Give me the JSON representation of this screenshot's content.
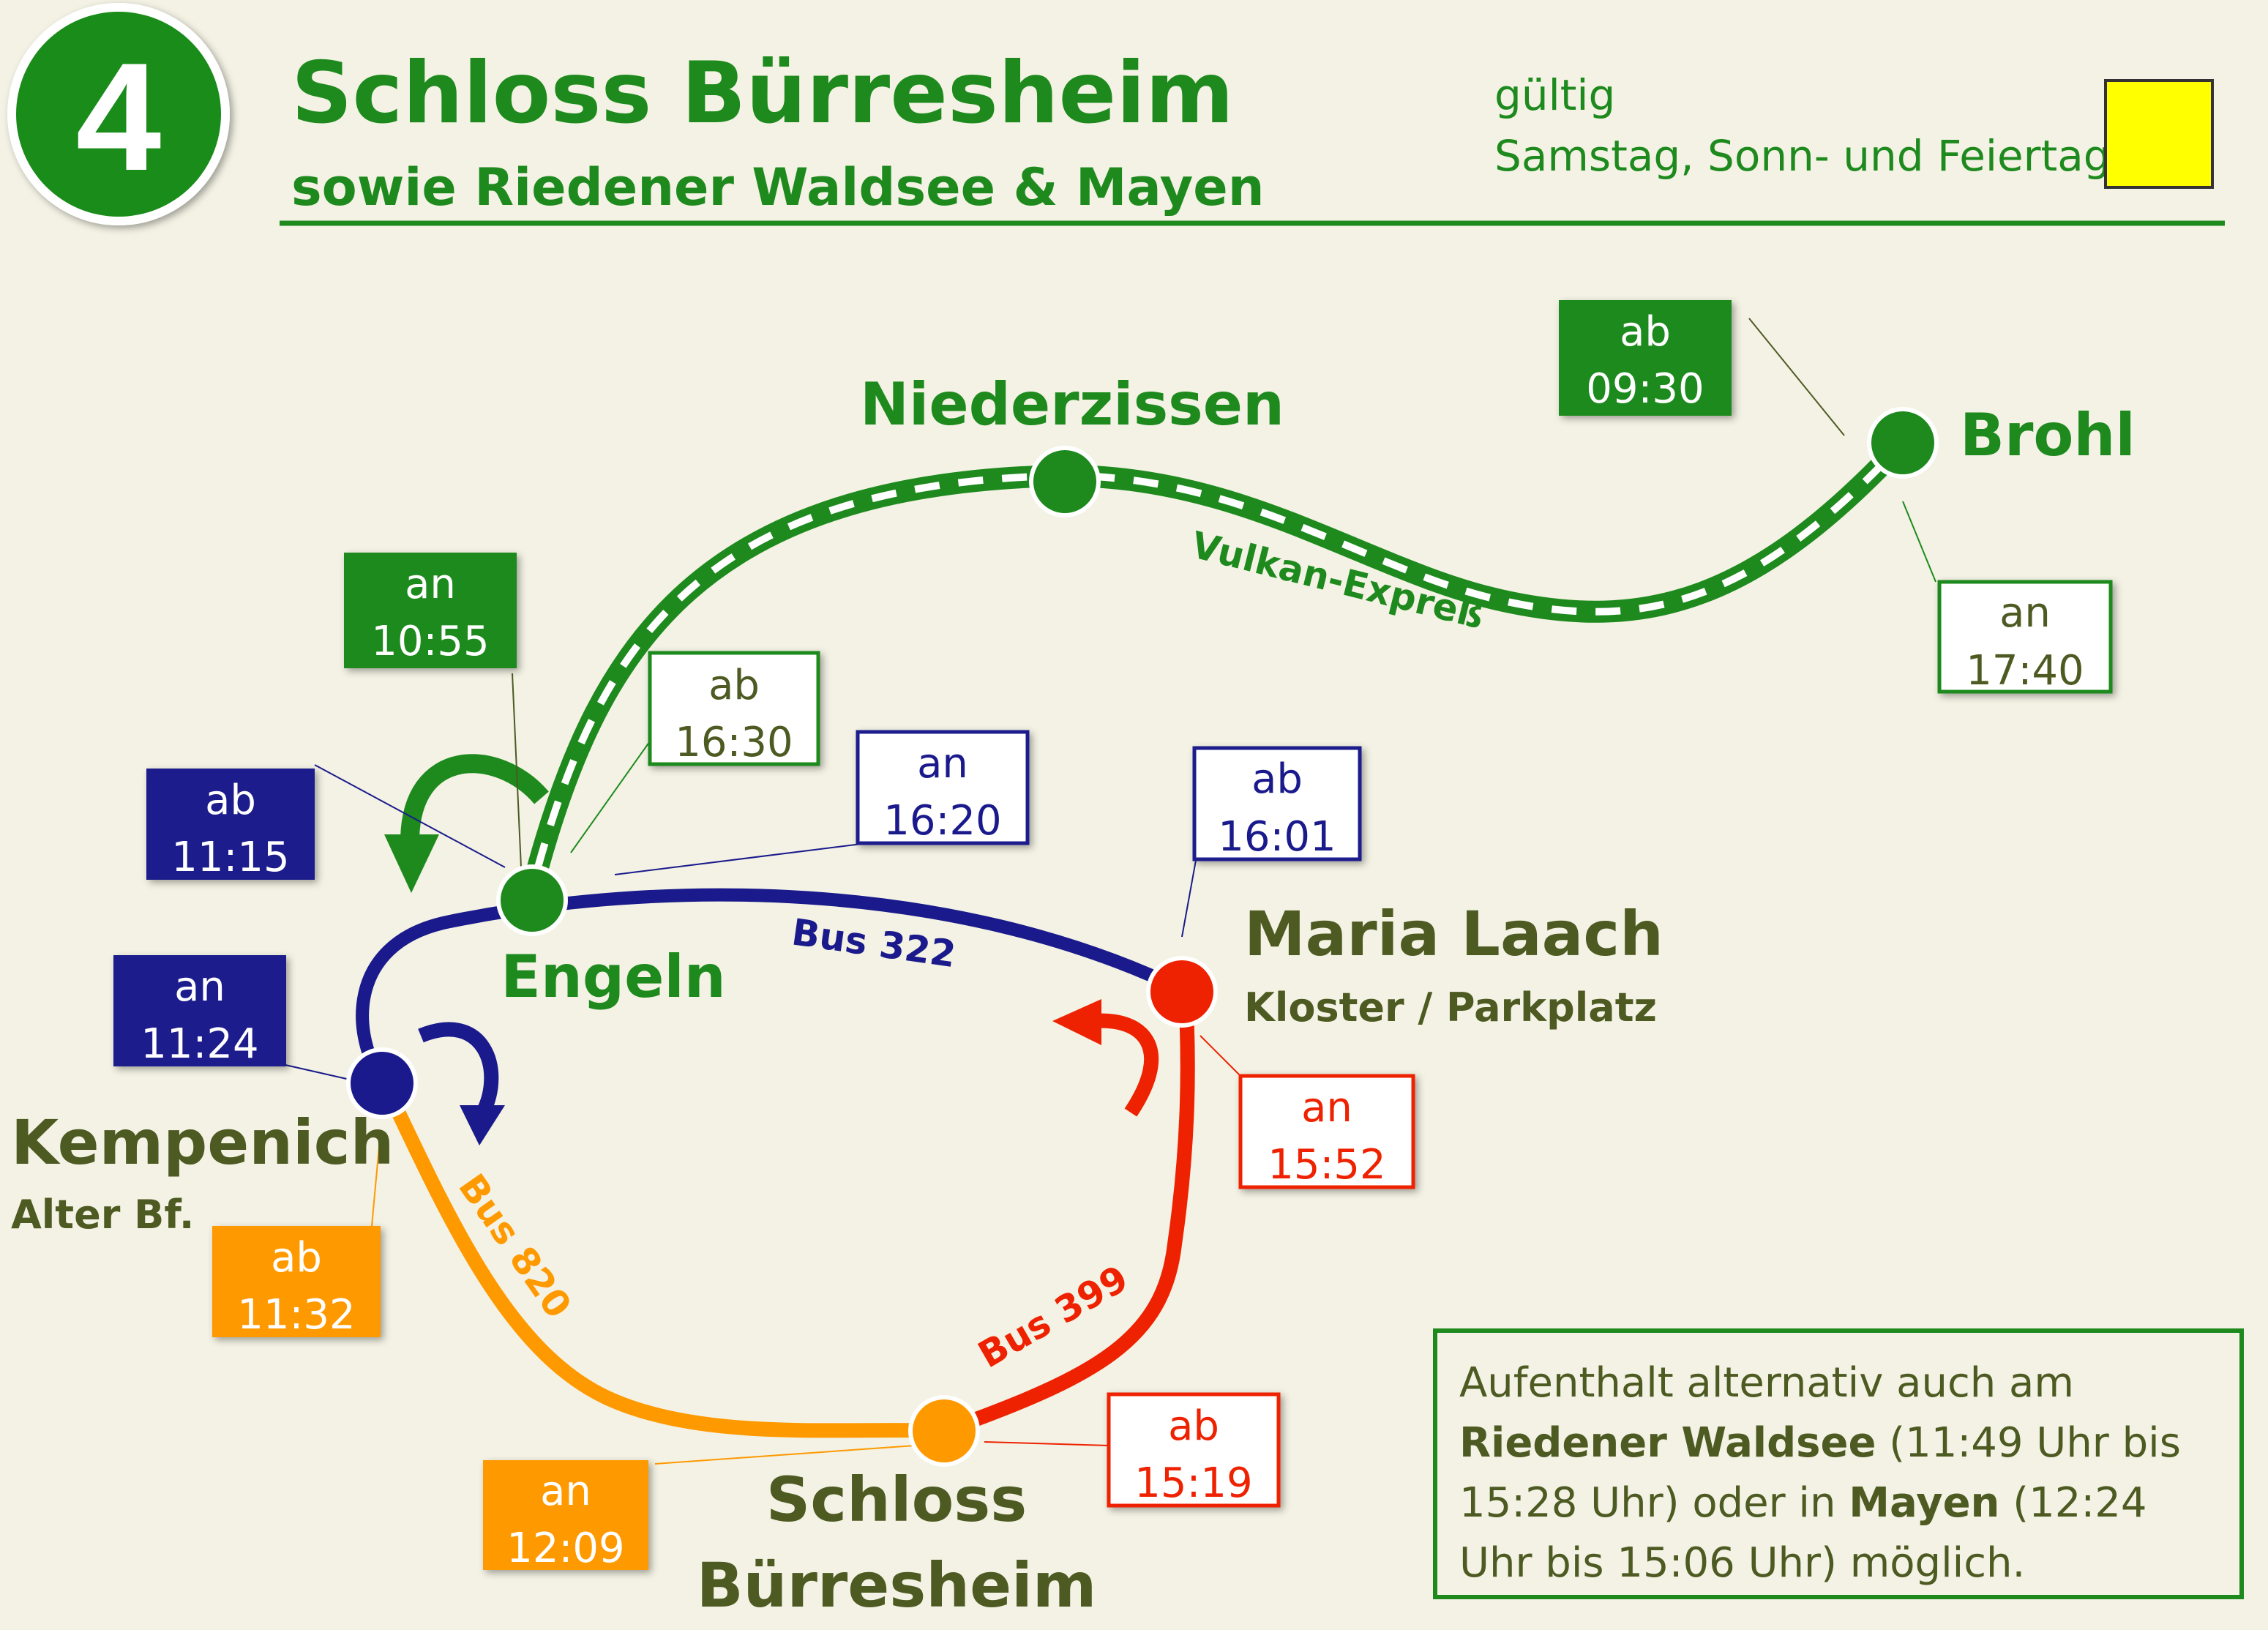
{
  "header": {
    "line_number": "4",
    "title": "Schloss Bürresheim",
    "subtitle": "sowie Riedener Waldsee & Mayen",
    "validity_label": "gültig",
    "validity_days": "Samstag, Sonn- und Feiertag",
    "colors": {
      "badge": "#1a8c1a",
      "title": "#1e8a1e",
      "validity_swatch": "#ffff00"
    }
  },
  "stations": {
    "niederzissen": {
      "name": "Niederzissen"
    },
    "brohl": {
      "name": "Brohl"
    },
    "engeln": {
      "name": "Engeln"
    },
    "maria_laach": {
      "name": "Maria Laach",
      "sub": "Kloster / Parkplatz"
    },
    "kempenich": {
      "name": "Kempenich",
      "sub": "Alter Bf."
    },
    "schloss_buerresheim": {
      "name_line1": "Schloss",
      "name_line2": "Bürresheim"
    }
  },
  "routes": {
    "vulkan_express": {
      "label": "Vulkan-Expreß",
      "color": "#1e8a1e"
    },
    "bus_322": {
      "label": "Bus 322",
      "color": "#1a1a8c"
    },
    "bus_820": {
      "label": "Bus 820",
      "color": "#ff9900"
    },
    "bus_399": {
      "label": "Bus 399",
      "color": "#ee2200"
    }
  },
  "times": {
    "brohl_ab": {
      "kind": "ab",
      "time": "09:30"
    },
    "brohl_an": {
      "kind": "an",
      "time": "17:40"
    },
    "engeln_an": {
      "kind": "an",
      "time": "10:55"
    },
    "engeln_ab_train": {
      "kind": "ab",
      "time": "16:30"
    },
    "engeln_ab_bus": {
      "kind": "ab",
      "time": "11:15"
    },
    "engeln_an_bus": {
      "kind": "an",
      "time": "16:20"
    },
    "maria_laach_ab": {
      "kind": "ab",
      "time": "16:01"
    },
    "maria_laach_an": {
      "kind": "an",
      "time": "15:52"
    },
    "kempenich_an": {
      "kind": "an",
      "time": "11:24"
    },
    "kempenich_ab": {
      "kind": "ab",
      "time": "11:32"
    },
    "schloss_an": {
      "kind": "an",
      "time": "12:09"
    },
    "schloss_ab": {
      "kind": "ab",
      "time": "15:19"
    }
  },
  "info": {
    "t1": "Aufenthalt alternativ auch am",
    "place1": "Riedener Waldsee",
    "t2": " (11:49 Uhr bis 15:28 Uhr) oder in ",
    "place2": "Mayen",
    "t3": " (12:24 Uhr bis 15:06 Uhr) möglich."
  }
}
